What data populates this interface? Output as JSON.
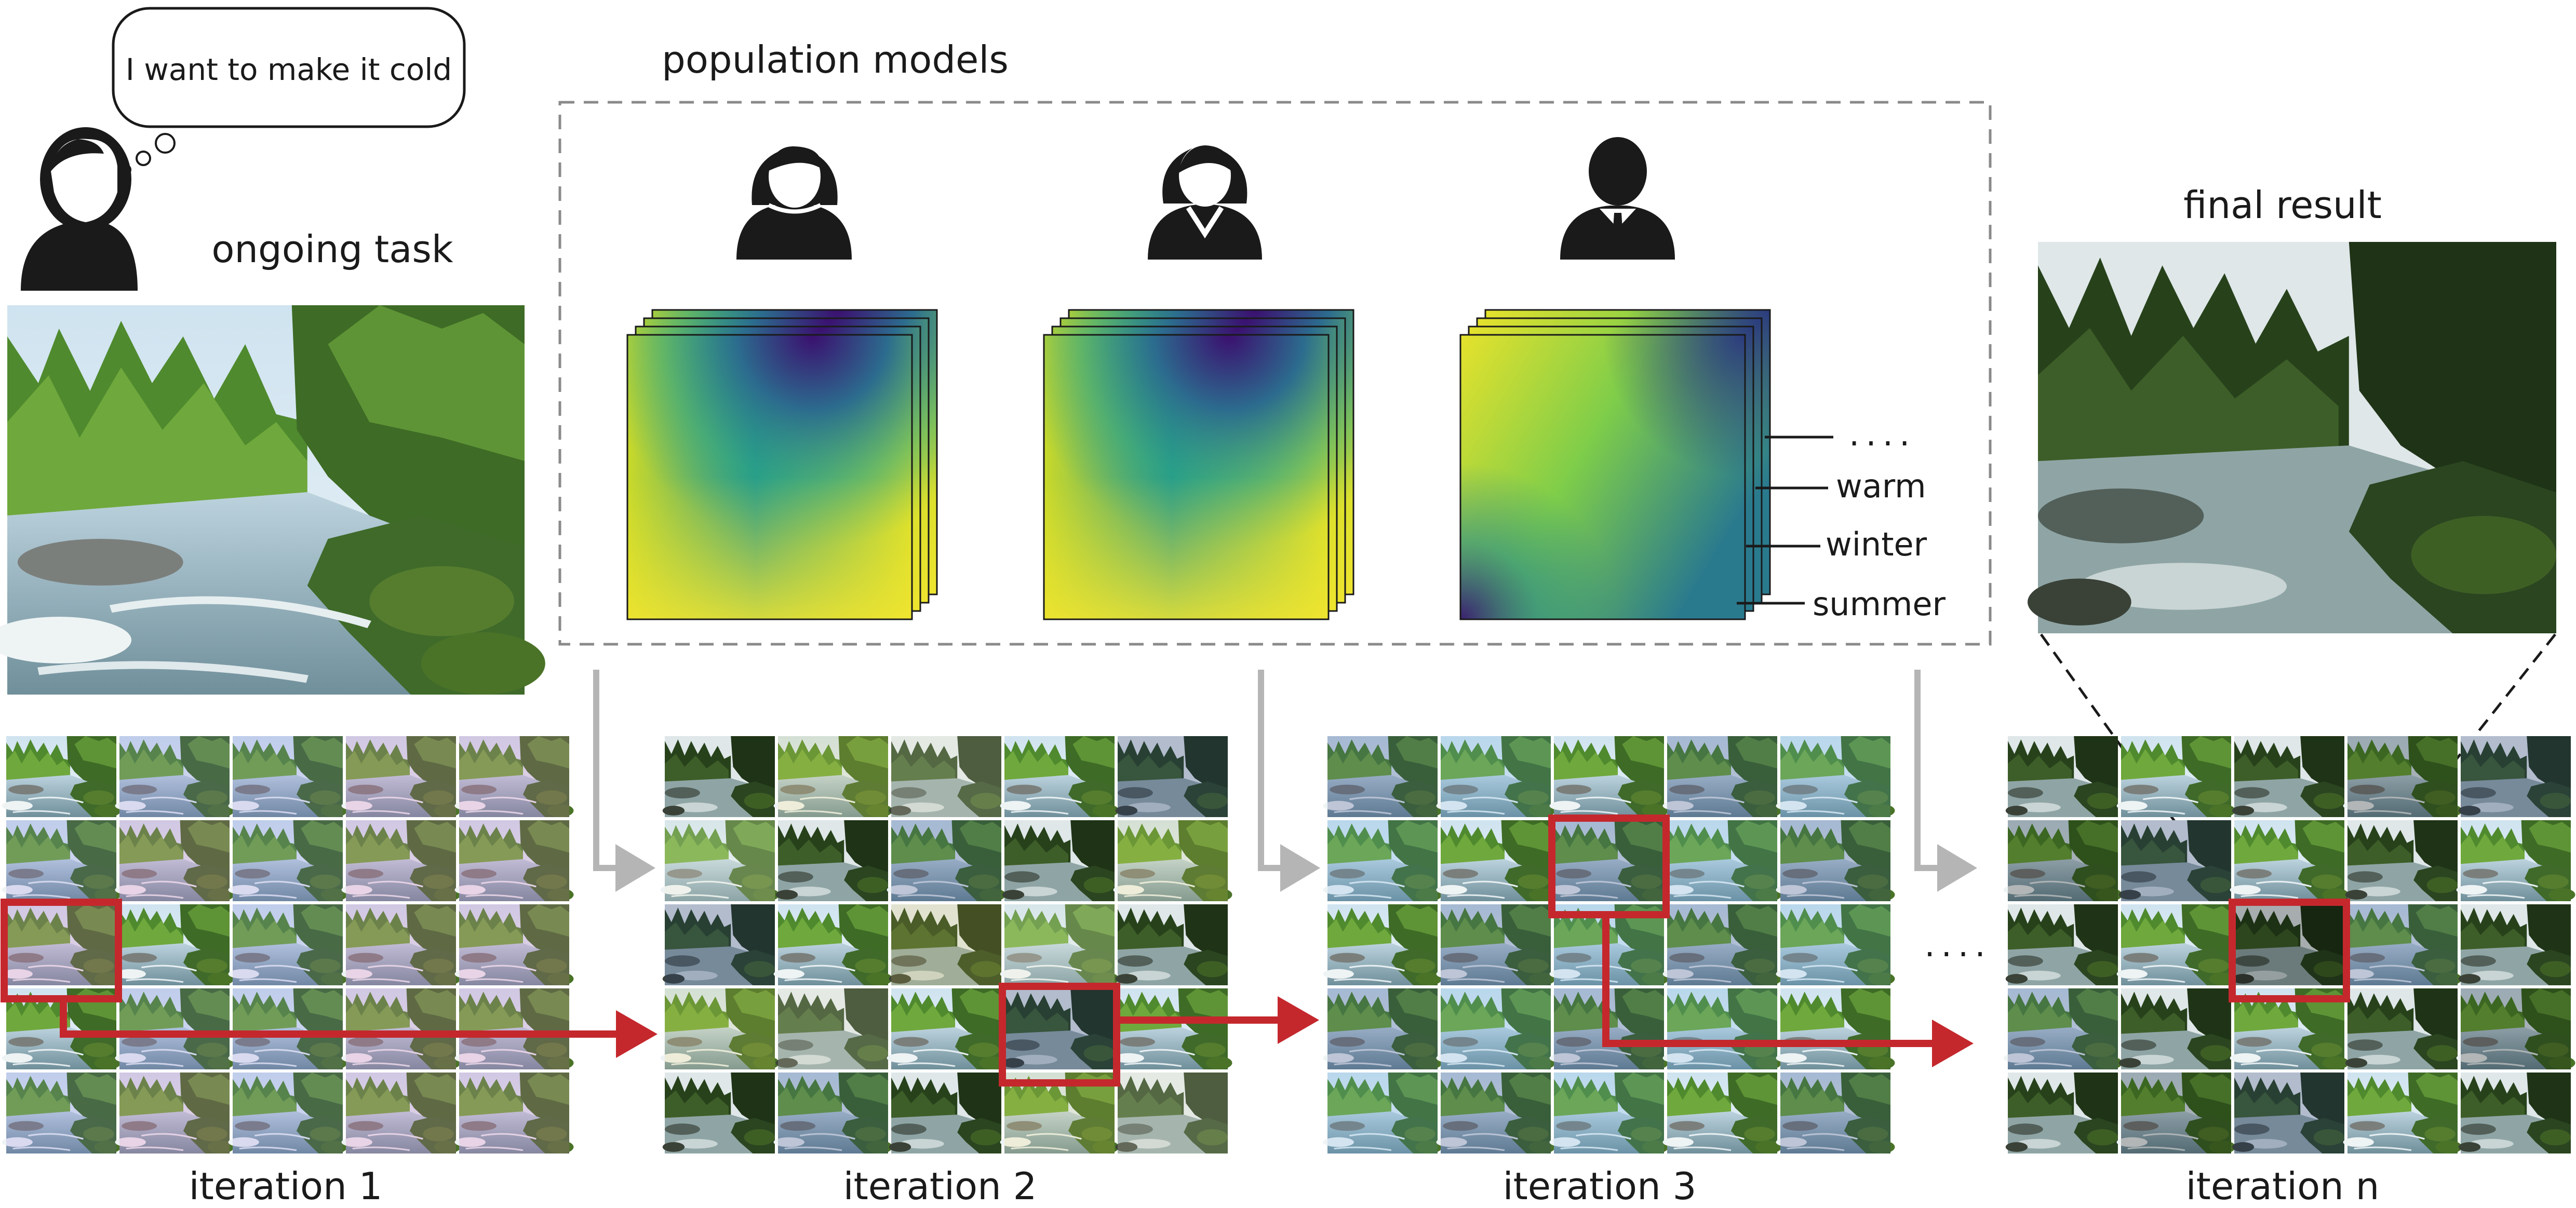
{
  "thought_bubble": {
    "text": "I want to make it cold"
  },
  "task": {
    "label": "ongoing task"
  },
  "population": {
    "title": "population models",
    "stack_labels": [
      "....",
      "warm",
      "winter",
      "summer"
    ]
  },
  "final": {
    "label": "final result"
  },
  "iterations": [
    {
      "label": "iteration 1",
      "selected": [
        2,
        0
      ]
    },
    {
      "label": "iteration 2",
      "selected": [
        3,
        3
      ]
    },
    {
      "label": "iteration 3",
      "selected": [
        1,
        2
      ]
    },
    {
      "label": "iteration n",
      "selected": [
        2,
        2
      ]
    }
  ],
  "ellipsis": "....",
  "colors": {
    "selection": "#c4282d",
    "flow_arrow": "#b5b5b5",
    "box_border": "#8a8a8a",
    "text": "#1a1a1a"
  },
  "icons": [
    "thinking-user-icon",
    "woman-icon",
    "businesswoman-icon",
    "businessman-icon"
  ]
}
